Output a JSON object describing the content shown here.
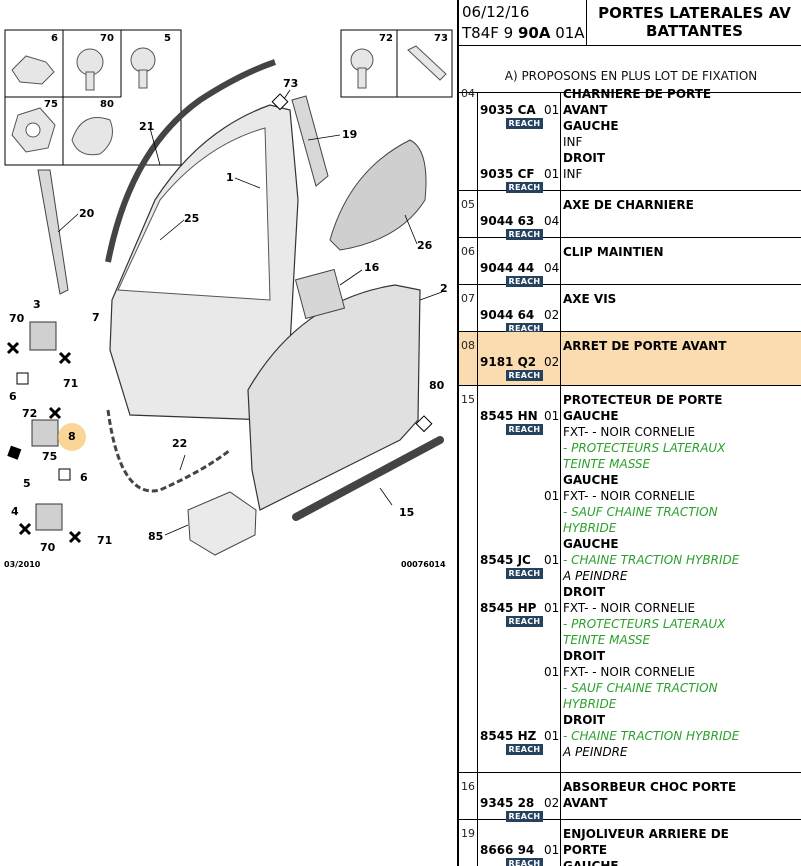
{
  "diagram": {
    "thumbs": [
      "6",
      "70",
      "5",
      "75",
      "80",
      "72",
      "73"
    ],
    "callouts": [
      "73",
      "19",
      "21",
      "1",
      "20",
      "25",
      "26",
      "16",
      "2",
      "3",
      "70",
      "7",
      "6",
      "71",
      "72",
      "8",
      "75",
      "80",
      "5",
      "6",
      "4",
      "70",
      "71",
      "22",
      "85",
      "15"
    ],
    "date_left": "03/2010",
    "ref_right": "00076014",
    "highlight_color": "#f7c873"
  },
  "header": {
    "date": "06/12/16",
    "code_prefix": "T84F 9 ",
    "code_bold": "90A",
    "code_suffix": " 01A",
    "title_line1": "PORTES LATERALES AV",
    "title_line2": "BATTANTES",
    "note": "A) PROPOSONS EN PLUS LOT DE FIXATION"
  },
  "reach_label": "REACH",
  "rows": [
    {
      "num": "04",
      "parts": [
        {
          "pn": "9035 CA",
          "qty": "01",
          "lines": [
            {
              "t": "CHARNIERE DE PORTE",
              "s": "b"
            },
            {
              "t": "AVANT",
              "s": "b"
            },
            {
              "t": "GAUCHE",
              "s": "b"
            },
            {
              "t": "INF",
              "s": ""
            }
          ]
        },
        {
          "pn": "9035 CF",
          "qty": "01",
          "lines": [
            {
              "t": "DROIT",
              "s": "b"
            },
            {
              "t": "INF",
              "s": ""
            }
          ]
        }
      ]
    },
    {
      "num": "05",
      "parts": [
        {
          "pn": "9044 63",
          "qty": "04",
          "lines": [
            {
              "t": "AXE DE CHARNIERE",
              "s": "b"
            }
          ]
        }
      ]
    },
    {
      "num": "06",
      "parts": [
        {
          "pn": "9044 44",
          "qty": "04",
          "lines": [
            {
              "t": "CLIP MAINTIEN",
              "s": "b"
            }
          ]
        }
      ]
    },
    {
      "num": "07",
      "parts": [
        {
          "pn": "9044 64",
          "qty": "02",
          "lines": [
            {
              "t": "AXE VIS",
              "s": "b"
            }
          ]
        }
      ]
    },
    {
      "num": "08",
      "parts": [
        {
          "pn": "9181 Q2",
          "qty": "02",
          "lines": [
            {
              "t": "ARRET DE PORTE AVANT",
              "s": "b"
            }
          ]
        }
      ]
    },
    {
      "num": "15",
      "parts": [
        {
          "pn": "8545 HN",
          "qty": "01",
          "lines": [
            {
              "t": "PROTECTEUR DE PORTE",
              "s": "b"
            },
            {
              "t": "GAUCHE",
              "s": "b"
            },
            {
              "t": "FXT- - NOIR CORNELIE",
              "s": ""
            },
            {
              "t": "- PROTECTEURS LATERAUX",
              "s": "g"
            },
            {
              "t": "TEINTE MASSE",
              "s": "g"
            }
          ]
        },
        {
          "pn": "",
          "qty": "01",
          "lines": [
            {
              "t": "GAUCHE",
              "s": "b"
            },
            {
              "t": "FXT- - NOIR CORNELIE",
              "s": ""
            },
            {
              "t": "- SAUF CHAINE TRACTION",
              "s": "g"
            },
            {
              "t": "HYBRIDE",
              "s": "g"
            }
          ]
        },
        {
          "pn": "8545 JC",
          "qty": "01",
          "lines": [
            {
              "t": "GAUCHE",
              "s": "b"
            },
            {
              "t": "- CHAINE TRACTION HYBRIDE",
              "s": "g"
            },
            {
              "t": "A PEINDRE",
              "s": "i"
            }
          ]
        },
        {
          "pn": "8545 HP",
          "qty": "01",
          "lines": [
            {
              "t": "DROIT",
              "s": "b"
            },
            {
              "t": "FXT- - NOIR CORNELIE",
              "s": ""
            },
            {
              "t": "- PROTECTEURS LATERAUX",
              "s": "g"
            },
            {
              "t": "TEINTE MASSE",
              "s": "g"
            }
          ]
        },
        {
          "pn": "",
          "qty": "01",
          "lines": [
            {
              "t": "DROIT",
              "s": "b"
            },
            {
              "t": "FXT- - NOIR CORNELIE",
              "s": ""
            },
            {
              "t": "- SAUF CHAINE TRACTION",
              "s": "g"
            },
            {
              "t": "HYBRIDE",
              "s": "g"
            }
          ]
        },
        {
          "pn": "8545 HZ",
          "qty": "01",
          "lines": [
            {
              "t": "DROIT",
              "s": "b"
            },
            {
              "t": "- CHAINE TRACTION HYBRIDE",
              "s": "g"
            },
            {
              "t": "A PEINDRE",
              "s": "i"
            }
          ]
        }
      ]
    },
    {
      "num": "16",
      "parts": [
        {
          "pn": "9345 28",
          "qty": "02",
          "lines": [
            {
              "t": "ABSORBEUR CHOC PORTE",
              "s": "b"
            },
            {
              "t": "AVANT",
              "s": "b"
            }
          ]
        }
      ]
    },
    {
      "num": "19",
      "parts": [
        {
          "pn": "8666 94",
          "qty": "01",
          "lines": [
            {
              "t": "ENJOLIVEUR ARRIERE DE",
              "s": "b"
            },
            {
              "t": "PORTE",
              "s": "b"
            },
            {
              "t": "GAUCHE",
              "s": "b"
            }
          ]
        }
      ]
    }
  ]
}
